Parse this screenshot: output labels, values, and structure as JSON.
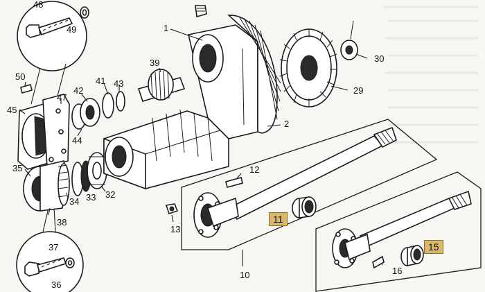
{
  "diagram": {
    "labels": {
      "n1": "1",
      "n2": "2",
      "n10": "10",
      "n11": "11",
      "n12": "12",
      "n13": "13",
      "n15": "15",
      "n16": "16",
      "n29": "29",
      "n30": "30",
      "n32": "32",
      "n33": "33",
      "n34": "34",
      "n35": "35",
      "n36": "36",
      "n37": "37",
      "n38": "38",
      "n39": "39",
      "n41": "41",
      "n42": "42",
      "n43": "43",
      "n44": "44",
      "n45": "45",
      "n47": "47",
      "n48": "48",
      "n49": "49",
      "n50": "50"
    },
    "highlight_color": "#d8b86a"
  }
}
